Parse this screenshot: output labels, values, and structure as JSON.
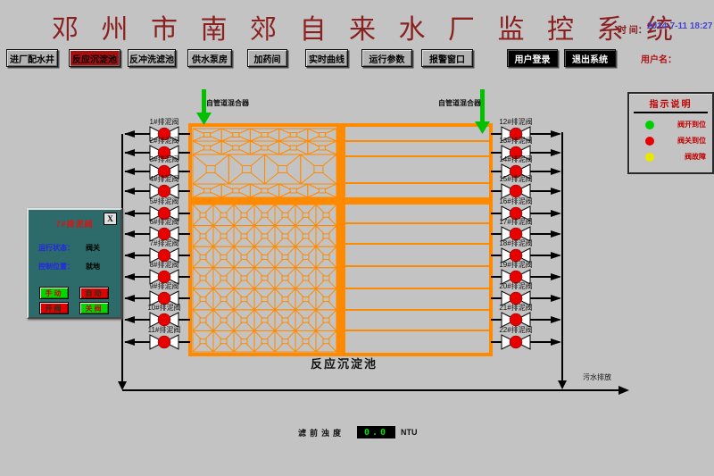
{
  "colors": {
    "background": "#c3c3c3",
    "basin_orange": "#ff8a00",
    "valve_red": "#e60000",
    "arrow_green": "#00c000",
    "popup_teal": "#2d6b6b",
    "title_red": "#8b2020",
    "active_nav_red": "#a80f0f",
    "turbidity_green": "#00e000"
  },
  "header": {
    "title": "邓 州 市 南 郊 自 来 水 厂 监 控 系 统",
    "time_label": "时 间：",
    "time_value": "2014-7-11 18:27",
    "username_label": "用户名："
  },
  "nav": {
    "buttons": [
      {
        "label": "进厂配水井",
        "active": false
      },
      {
        "label": "反应沉淀池",
        "active": true
      },
      {
        "label": "反冲洗滤池",
        "active": false
      },
      {
        "label": "供水泵房",
        "active": false
      },
      {
        "label": "加药间",
        "active": false
      },
      {
        "label": "实时曲线",
        "active": false
      },
      {
        "label": "运行参数",
        "active": false
      },
      {
        "label": "报警窗口",
        "active": false
      }
    ],
    "session_buttons": [
      {
        "label": "用户登录"
      },
      {
        "label": "退出系统"
      }
    ]
  },
  "legend": {
    "title": "指示说明",
    "items": [
      {
        "label": "阀开到位",
        "color": "#00d000"
      },
      {
        "label": "阀关到位",
        "color": "#e60000"
      },
      {
        "label": "阀故障",
        "color": "#e8e800"
      }
    ]
  },
  "diagram": {
    "mixer_label_left": "自管道混合器",
    "mixer_label_right": "自管道混合器",
    "basin_label": "反应沉淀池",
    "drain_label": "污水排放",
    "left_valves": [
      {
        "id": 1,
        "label": "1#排泥阀",
        "status": "closed"
      },
      {
        "id": 2,
        "label": "2#排泥阀",
        "status": "closed"
      },
      {
        "id": 3,
        "label": "3#排泥阀",
        "status": "closed"
      },
      {
        "id": 4,
        "label": "4#排泥阀",
        "status": "closed"
      },
      {
        "id": 5,
        "label": "5#排泥阀",
        "status": "closed"
      },
      {
        "id": 6,
        "label": "6#排泥阀",
        "status": "closed"
      },
      {
        "id": 7,
        "label": "7#排泥阀",
        "status": "closed"
      },
      {
        "id": 8,
        "label": "8#排泥阀",
        "status": "closed"
      },
      {
        "id": 9,
        "label": "9#排泥阀",
        "status": "closed"
      },
      {
        "id": 10,
        "label": "10#排泥阀",
        "status": "closed"
      },
      {
        "id": 11,
        "label": "11#排泥阀",
        "status": "closed"
      }
    ],
    "right_valves": [
      {
        "id": 12,
        "label": "12#排泥阀",
        "status": "closed"
      },
      {
        "id": 13,
        "label": "13#排泥阀",
        "status": "closed"
      },
      {
        "id": 14,
        "label": "14#排泥阀",
        "status": "closed"
      },
      {
        "id": 15,
        "label": "15#排泥阀",
        "status": "closed"
      },
      {
        "id": 16,
        "label": "16#排泥阀",
        "status": "closed"
      },
      {
        "id": 17,
        "label": "17#排泥阀",
        "status": "closed"
      },
      {
        "id": 18,
        "label": "18#排泥阀",
        "status": "closed"
      },
      {
        "id": 19,
        "label": "19#排泥阀",
        "status": "closed"
      },
      {
        "id": 20,
        "label": "20#排泥阀",
        "status": "closed"
      },
      {
        "id": 21,
        "label": "21#排泥阀",
        "status": "closed"
      },
      {
        "id": 22,
        "label": "22#排泥阀",
        "status": "closed"
      }
    ]
  },
  "popup": {
    "title": "7#排泥阀",
    "close_label": "X",
    "fields": [
      {
        "label": "运行状态：",
        "value": "阀关"
      },
      {
        "label": "控制位置：",
        "value": "就地"
      }
    ],
    "buttons": [
      {
        "label": "手动",
        "bg": "#00d800",
        "fg": "#cc0000"
      },
      {
        "label": "自动",
        "bg": "#e00000",
        "fg": "#1a331a"
      },
      {
        "label": "开阀",
        "bg": "#e00000",
        "fg": "#1a331a"
      },
      {
        "label": "关阀",
        "bg": "#00d800",
        "fg": "#cc0000"
      }
    ]
  },
  "footer": {
    "turbidity_label": "滤前浊度",
    "turbidity_value": "0.0",
    "turbidity_unit": "NTU"
  }
}
